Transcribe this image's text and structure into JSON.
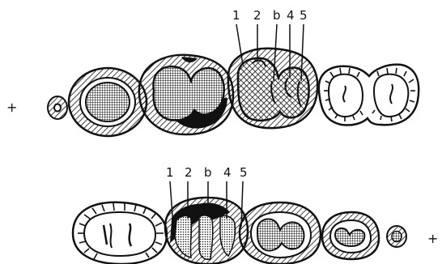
{
  "rows": {
    "top": {
      "polarity_left": "+",
      "labels": [
        "1",
        "2",
        "b",
        "4",
        "5"
      ]
    },
    "bottom": {
      "polarity_right": "+",
      "labels": [
        "1",
        "2",
        "b",
        "4",
        "5"
      ]
    }
  },
  "style": {
    "ink": "#111111",
    "paper": "#ffffff"
  }
}
